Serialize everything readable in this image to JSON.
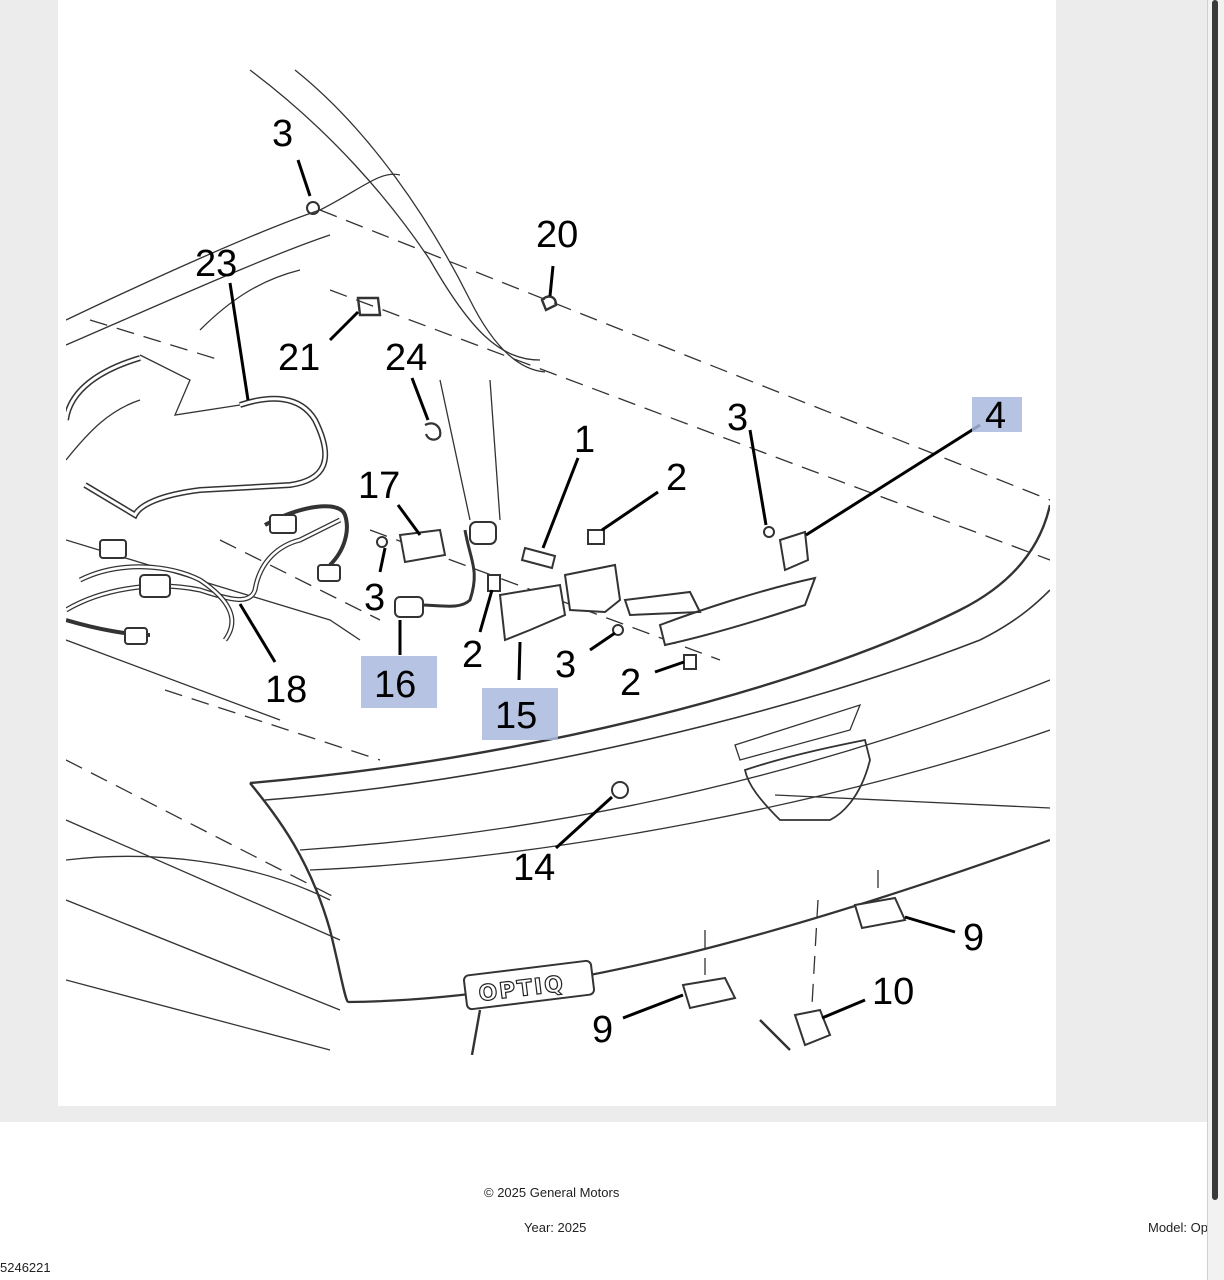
{
  "diagram": {
    "callouts": [
      {
        "id": "c3a",
        "text": "3"
      },
      {
        "id": "c20",
        "text": "20"
      },
      {
        "id": "c23",
        "text": "23"
      },
      {
        "id": "c21",
        "text": "21"
      },
      {
        "id": "c24",
        "text": "24"
      },
      {
        "id": "c1",
        "text": "1"
      },
      {
        "id": "c3b",
        "text": "3"
      },
      {
        "id": "c4",
        "text": "4",
        "highlighted": true
      },
      {
        "id": "c17",
        "text": "17"
      },
      {
        "id": "c2a",
        "text": "2"
      },
      {
        "id": "c3c",
        "text": "3"
      },
      {
        "id": "c16",
        "text": "16",
        "highlighted": true
      },
      {
        "id": "c2b",
        "text": "2"
      },
      {
        "id": "c15",
        "text": "15",
        "highlighted": true
      },
      {
        "id": "c3d",
        "text": "3"
      },
      {
        "id": "c2c",
        "text": "2"
      },
      {
        "id": "c18",
        "text": "18"
      },
      {
        "id": "c14",
        "text": "14"
      },
      {
        "id": "c9a",
        "text": "9"
      },
      {
        "id": "c10",
        "text": "10"
      },
      {
        "id": "c9b",
        "text": "9"
      }
    ],
    "emblem_text": "OPTIQ",
    "highlight_color": "#a9b8de"
  },
  "footer": {
    "copyright": "© 2025 General Motors",
    "year": "Year: 2025",
    "model": "Model: Optiq",
    "doc_id": "5246221"
  }
}
